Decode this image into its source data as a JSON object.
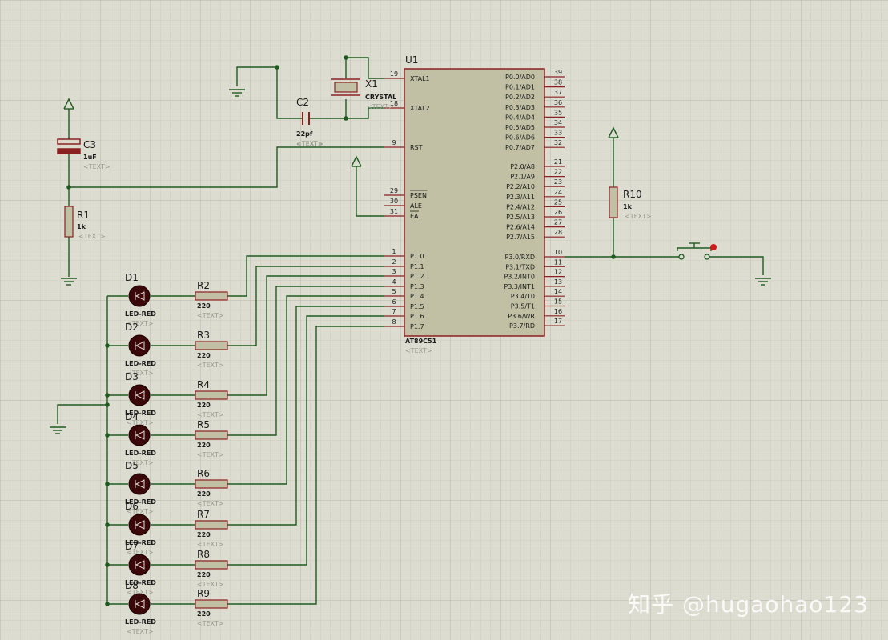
{
  "colors": {
    "wire": "#1f5b1f",
    "body": "#c2c0a4",
    "outline": "#8b2020",
    "grid_minor": "#cdcdc0",
    "grid_major": "#b8b8aa",
    "led": "#3a0808",
    "text": "#1a1a1a"
  },
  "mcu": {
    "ref": "U1",
    "part": "AT89C51",
    "text": "<TEXT>",
    "left_pins": [
      {
        "num": "19",
        "name": "XTAL1"
      },
      {
        "num": "18",
        "name": "XTAL2"
      },
      {
        "num": "9",
        "name": "RST"
      },
      {
        "num": "29",
        "name": "PSEN"
      },
      {
        "num": "30",
        "name": "ALE"
      },
      {
        "num": "31",
        "name": "EA"
      },
      {
        "num": "1",
        "name": "P1.0"
      },
      {
        "num": "2",
        "name": "P1.1"
      },
      {
        "num": "3",
        "name": "P1.2"
      },
      {
        "num": "4",
        "name": "P1.3"
      },
      {
        "num": "5",
        "name": "P1.4"
      },
      {
        "num": "6",
        "name": "P1.5"
      },
      {
        "num": "7",
        "name": "P1.6"
      },
      {
        "num": "8",
        "name": "P1.7"
      }
    ],
    "right_pins": [
      {
        "num": "39",
        "name": "P0.0/AD0"
      },
      {
        "num": "38",
        "name": "P0.1/AD1"
      },
      {
        "num": "37",
        "name": "P0.2/AD2"
      },
      {
        "num": "36",
        "name": "P0.3/AD3"
      },
      {
        "num": "35",
        "name": "P0.4/AD4"
      },
      {
        "num": "34",
        "name": "P0.5/AD5"
      },
      {
        "num": "33",
        "name": "P0.6/AD6"
      },
      {
        "num": "32",
        "name": "P0.7/AD7"
      },
      {
        "num": "21",
        "name": "P2.0/A8"
      },
      {
        "num": "22",
        "name": "P2.1/A9"
      },
      {
        "num": "23",
        "name": "P2.2/A10"
      },
      {
        "num": "24",
        "name": "P2.3/A11"
      },
      {
        "num": "25",
        "name": "P2.4/A12"
      },
      {
        "num": "26",
        "name": "P2.5/A13"
      },
      {
        "num": "27",
        "name": "P2.6/A14"
      },
      {
        "num": "28",
        "name": "P2.7/A15"
      },
      {
        "num": "10",
        "name": "P3.0/RXD"
      },
      {
        "num": "11",
        "name": "P3.1/TXD"
      },
      {
        "num": "12",
        "name": "P3.2/INT0"
      },
      {
        "num": "13",
        "name": "P3.3/INT1"
      },
      {
        "num": "14",
        "name": "P3.4/T0"
      },
      {
        "num": "15",
        "name": "P3.5/T1"
      },
      {
        "num": "16",
        "name": "P3.6/WR"
      },
      {
        "num": "17",
        "name": "P3.7/RD"
      }
    ]
  },
  "crystal": {
    "ref": "X1",
    "value": "CRYSTAL",
    "text": "<TEXT>"
  },
  "c2": {
    "ref": "C2",
    "value": "22pf",
    "text": "<TEXT>"
  },
  "c3": {
    "ref": "C3",
    "value": "1uF",
    "text": "<TEXT>"
  },
  "r1": {
    "ref": "R1",
    "value": "1k",
    "text": "<TEXT>"
  },
  "r10": {
    "ref": "R10",
    "value": "1k",
    "text": "<TEXT>"
  },
  "leds": [
    {
      "ref": "D1",
      "value": "LED-RED",
      "text": "<TEXT>"
    },
    {
      "ref": "D2",
      "value": "LED-RED",
      "text": "<TEXT>"
    },
    {
      "ref": "D3",
      "value": "LED-RED",
      "text": "<TEXT>"
    },
    {
      "ref": "D4",
      "value": "LED-RED",
      "text": "<TEXT>"
    },
    {
      "ref": "D5",
      "value": "LED-RED",
      "text": "<TEXT>"
    },
    {
      "ref": "D6",
      "value": "LED-RED",
      "text": "<TEXT>"
    },
    {
      "ref": "D7",
      "value": "LED-RED",
      "text": "<TEXT>"
    },
    {
      "ref": "D8",
      "value": "LED-RED",
      "text": "<TEXT>"
    }
  ],
  "resistors": [
    {
      "ref": "R2",
      "value": "220",
      "text": "<TEXT>"
    },
    {
      "ref": "R3",
      "value": "220",
      "text": "<TEXT>"
    },
    {
      "ref": "R4",
      "value": "220",
      "text": "<TEXT>"
    },
    {
      "ref": "R5",
      "value": "220",
      "text": "<TEXT>"
    },
    {
      "ref": "R6",
      "value": "220",
      "text": "<TEXT>"
    },
    {
      "ref": "R7",
      "value": "220",
      "text": "<TEXT>"
    },
    {
      "ref": "R8",
      "value": "220",
      "text": "<TEXT>"
    },
    {
      "ref": "R9",
      "value": "220",
      "text": "<TEXT>"
    }
  ],
  "watermark": "知乎 @hugaohao123"
}
